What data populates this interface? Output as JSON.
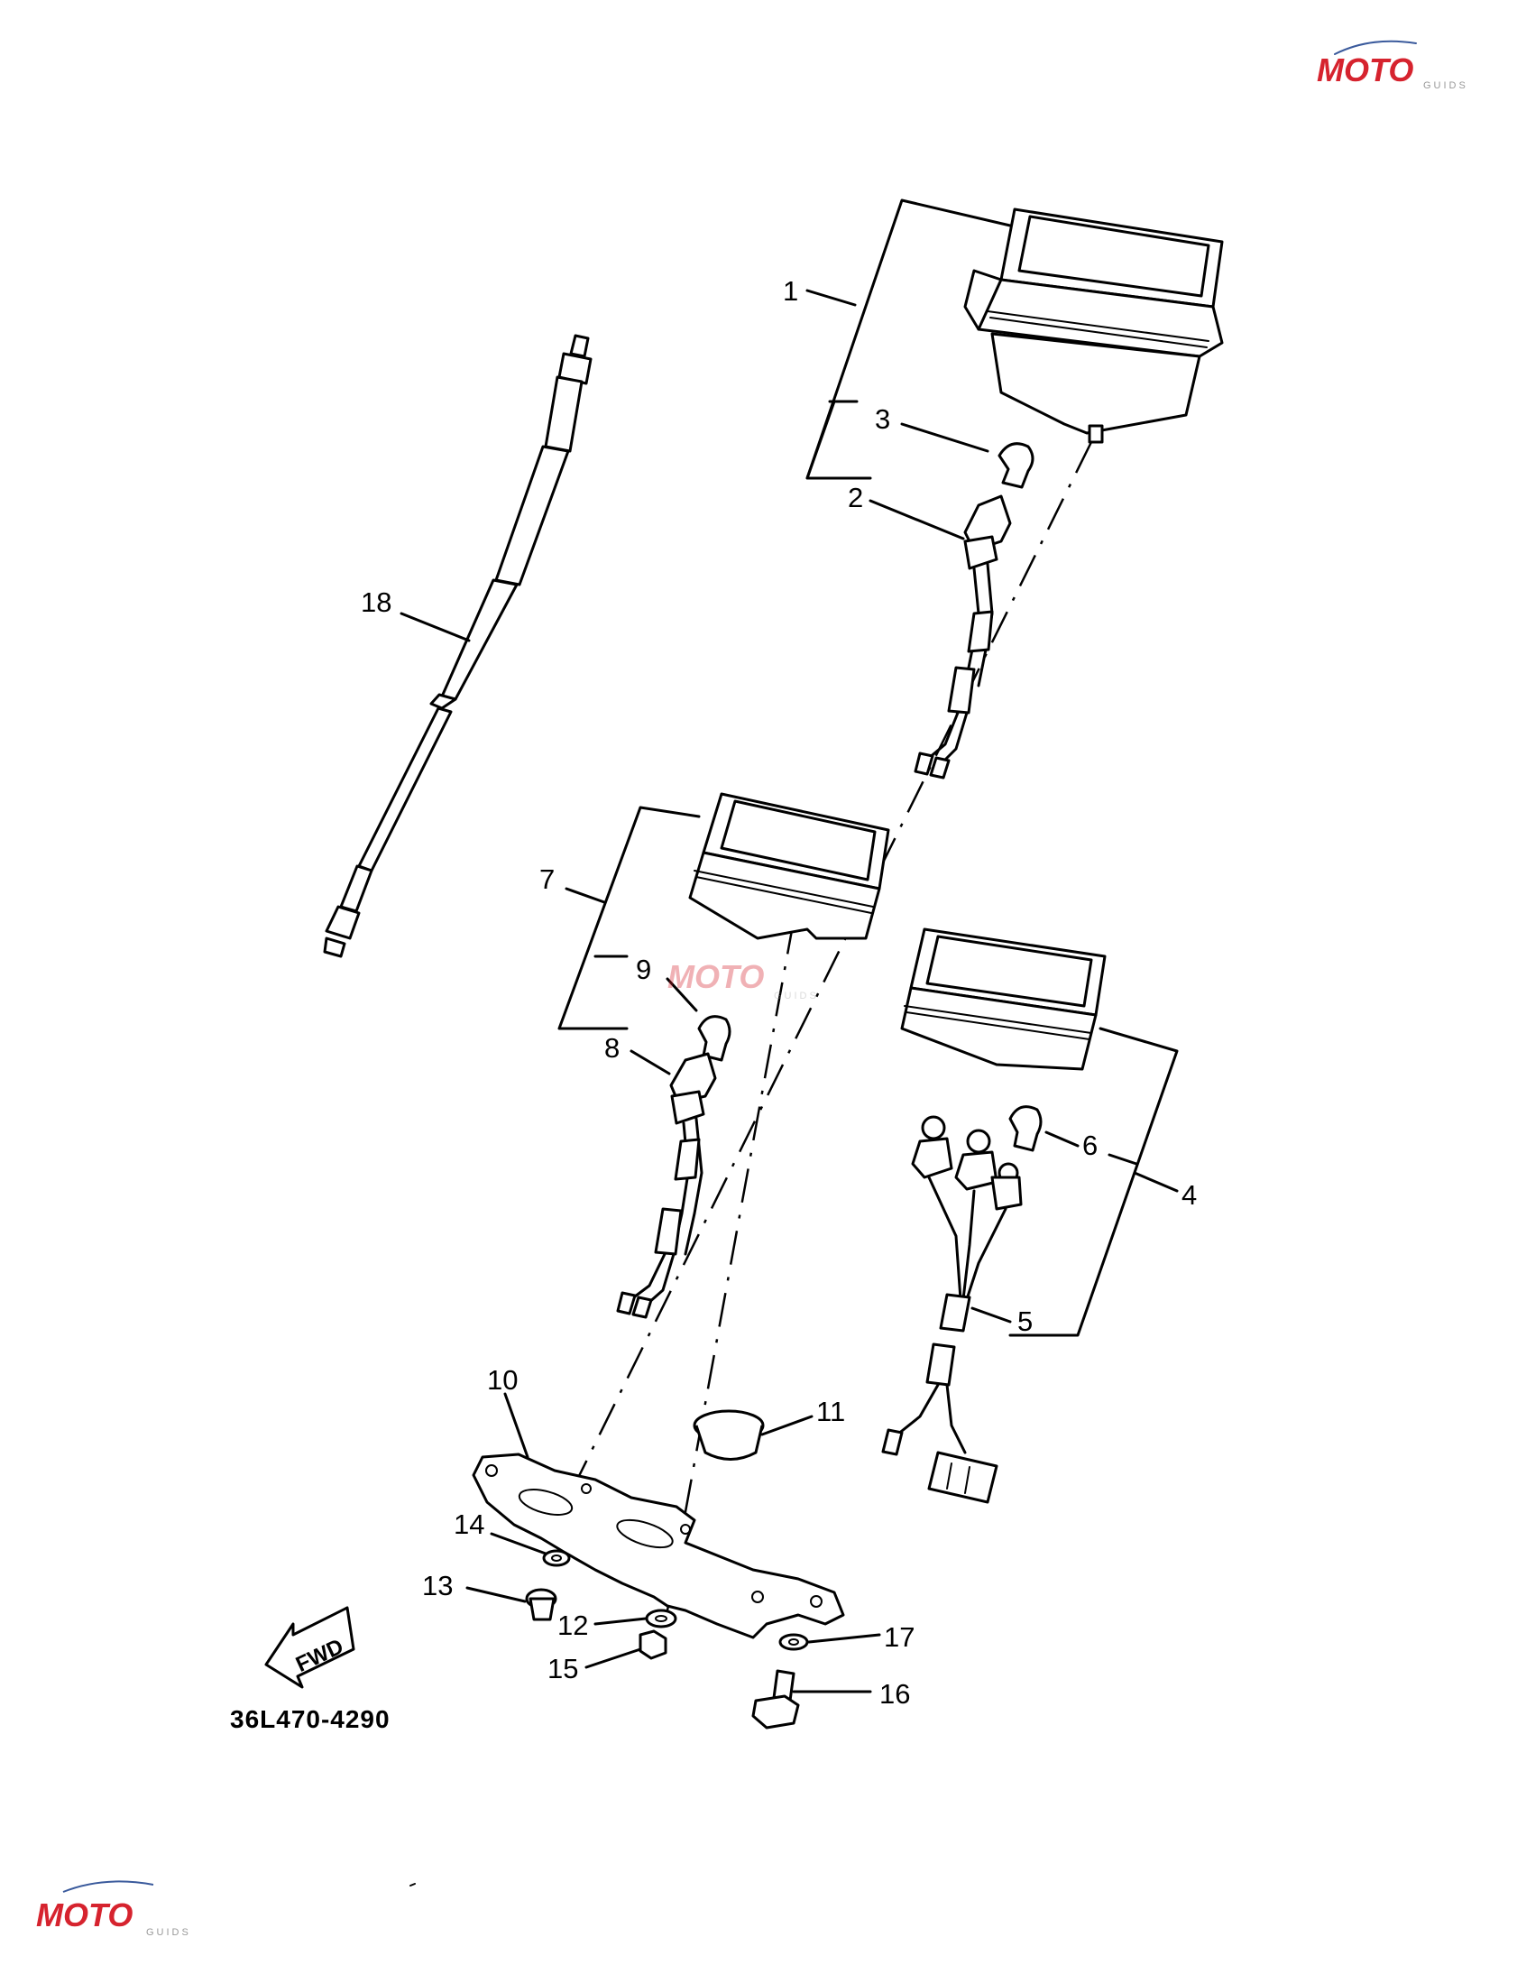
{
  "diagram": {
    "part_code": "36L470-4290",
    "fwd_label": "FWD",
    "callouts": {
      "c1": "1",
      "c2": "2",
      "c3": "3",
      "c4": "4",
      "c5": "5",
      "c6": "6",
      "c7": "7",
      "c8": "8",
      "c9": "9",
      "c10": "10",
      "c11": "11",
      "c12": "12",
      "c13": "13",
      "c14": "14",
      "c15": "15",
      "c16": "16",
      "c17": "17",
      "c18": "18"
    }
  },
  "watermark": {
    "brand": "MOTO",
    "sub": "GUIDS",
    "accent_color": "#d6232e"
  }
}
